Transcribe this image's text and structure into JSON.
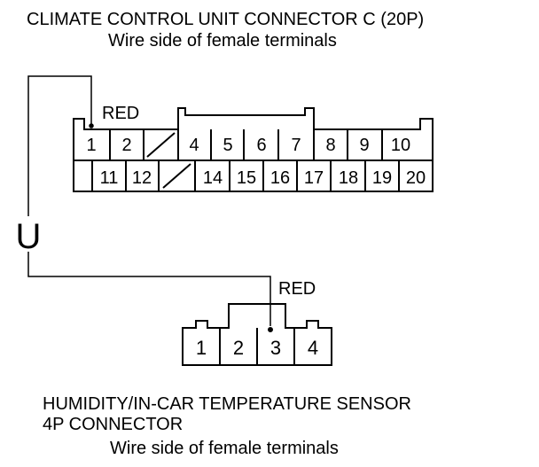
{
  "top_connector": {
    "title": "CLIMATE CONTROL UNIT CONNECTOR C (20P)",
    "subtitle": "Wire side of female terminals",
    "wire_label": "RED",
    "row1": [
      "1",
      "2",
      "",
      "4",
      "5",
      "6",
      "7",
      "8",
      "9",
      "10"
    ],
    "row2": [
      "",
      "11",
      "12",
      "",
      "14",
      "15",
      "16",
      "17",
      "18",
      "19",
      "20"
    ]
  },
  "probe": {
    "symbol": "U"
  },
  "bottom_connector": {
    "wire_label": "RED",
    "terminals": [
      "1",
      "2",
      "3",
      "4"
    ],
    "title_line1": "HUMIDITY/IN-CAR TEMPERATURE SENSOR",
    "title_line2": "4P CONNECTOR",
    "subtitle": "Wire side of female terminals"
  },
  "colors": {
    "line": "#000000",
    "background": "#ffffff"
  }
}
